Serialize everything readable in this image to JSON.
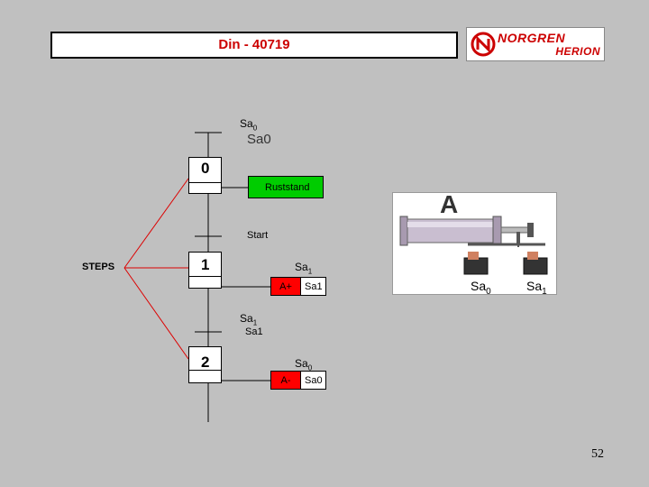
{
  "title": "Din - 40719",
  "logo": {
    "line1": "NORGREN",
    "line2": "HERION",
    "brand_color": "#cc0000"
  },
  "diagram": {
    "left_label": "STEPS",
    "top_sensor_main": "Sa",
    "top_sensor_sub": "0",
    "top_sensor_alt": "Sa0",
    "steps": [
      {
        "number": "0",
        "action": "Ruststand"
      },
      {
        "number": "1",
        "transition": "Start",
        "sensor_main": "Sa",
        "sensor_sub": "1",
        "action_cmd": "A+",
        "action_sensor": "Sa1"
      },
      {
        "number": "2",
        "transition_main": "Sa",
        "transition_sub": "1",
        "transition_alt": "Sa1",
        "sensor_main": "Sa",
        "sensor_sub": "0",
        "action_cmd": "A-",
        "action_sensor": "Sa0"
      }
    ],
    "colors": {
      "action_green": "#00cc00",
      "action_red": "#ff0000",
      "connector_red": "#dd0000"
    }
  },
  "photo_panel": {
    "cylinder_label": "A",
    "sensor_left_main": "Sa",
    "sensor_left_sub": "0",
    "sensor_right_main": "Sa",
    "sensor_right_sub": "1"
  },
  "page_number": "52"
}
